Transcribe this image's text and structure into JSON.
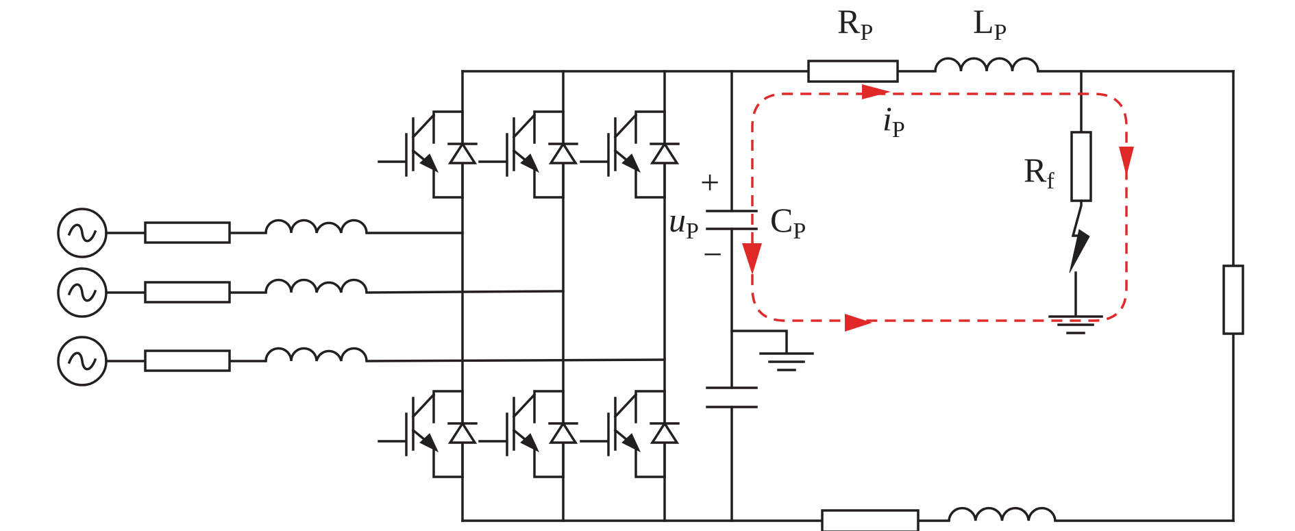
{
  "labels": {
    "rp_main": "R",
    "rp_sub": "P",
    "lp_main": "L",
    "lp_sub": "P",
    "ip_main": "i",
    "ip_sub": "P",
    "rf_main": "R",
    "rf_sub": "f",
    "up_main": "u",
    "up_sub": "P",
    "cp_main": "C",
    "cp_sub": "P",
    "plus": "+",
    "minus": "−"
  },
  "colors": {
    "wire": "#231f20",
    "fault_current_path": "#e02a2a"
  },
  "icons": {
    "ac_source": "ac-sine-source-icon",
    "igbt": "igbt-with-antiparallel-diode-icon",
    "ground": "ground-icon",
    "fault": "lightning-fault-icon"
  }
}
